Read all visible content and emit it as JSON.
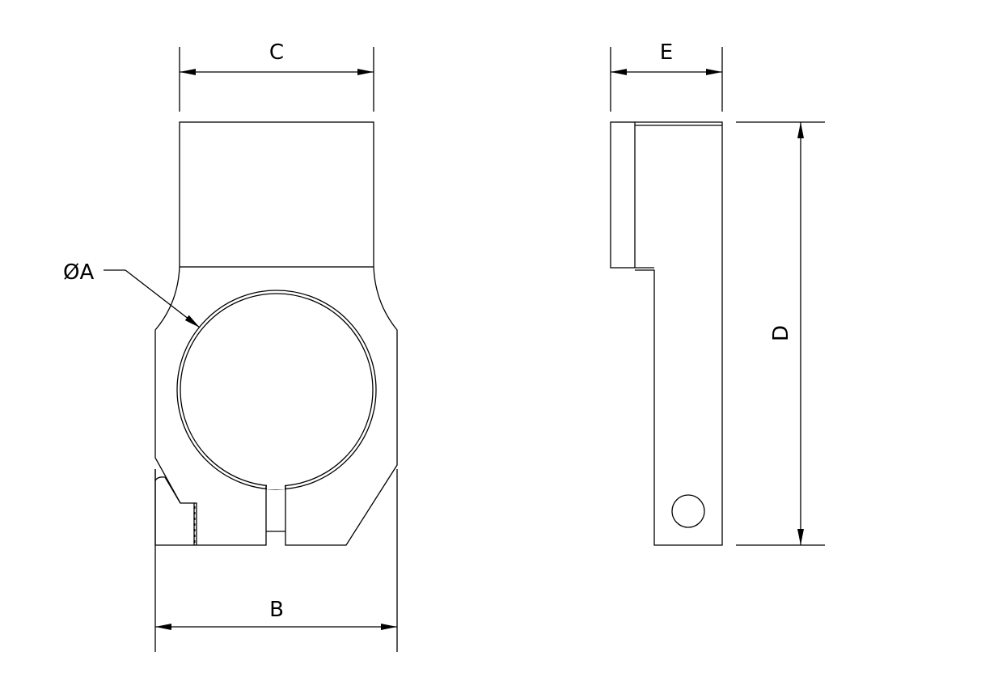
{
  "dimensions": {
    "a_label": "ØA",
    "b_label": "B",
    "c_label": "C",
    "d_label": "D",
    "e_label": "E"
  },
  "colors": {
    "line": "#000000",
    "background": "#ffffff"
  }
}
